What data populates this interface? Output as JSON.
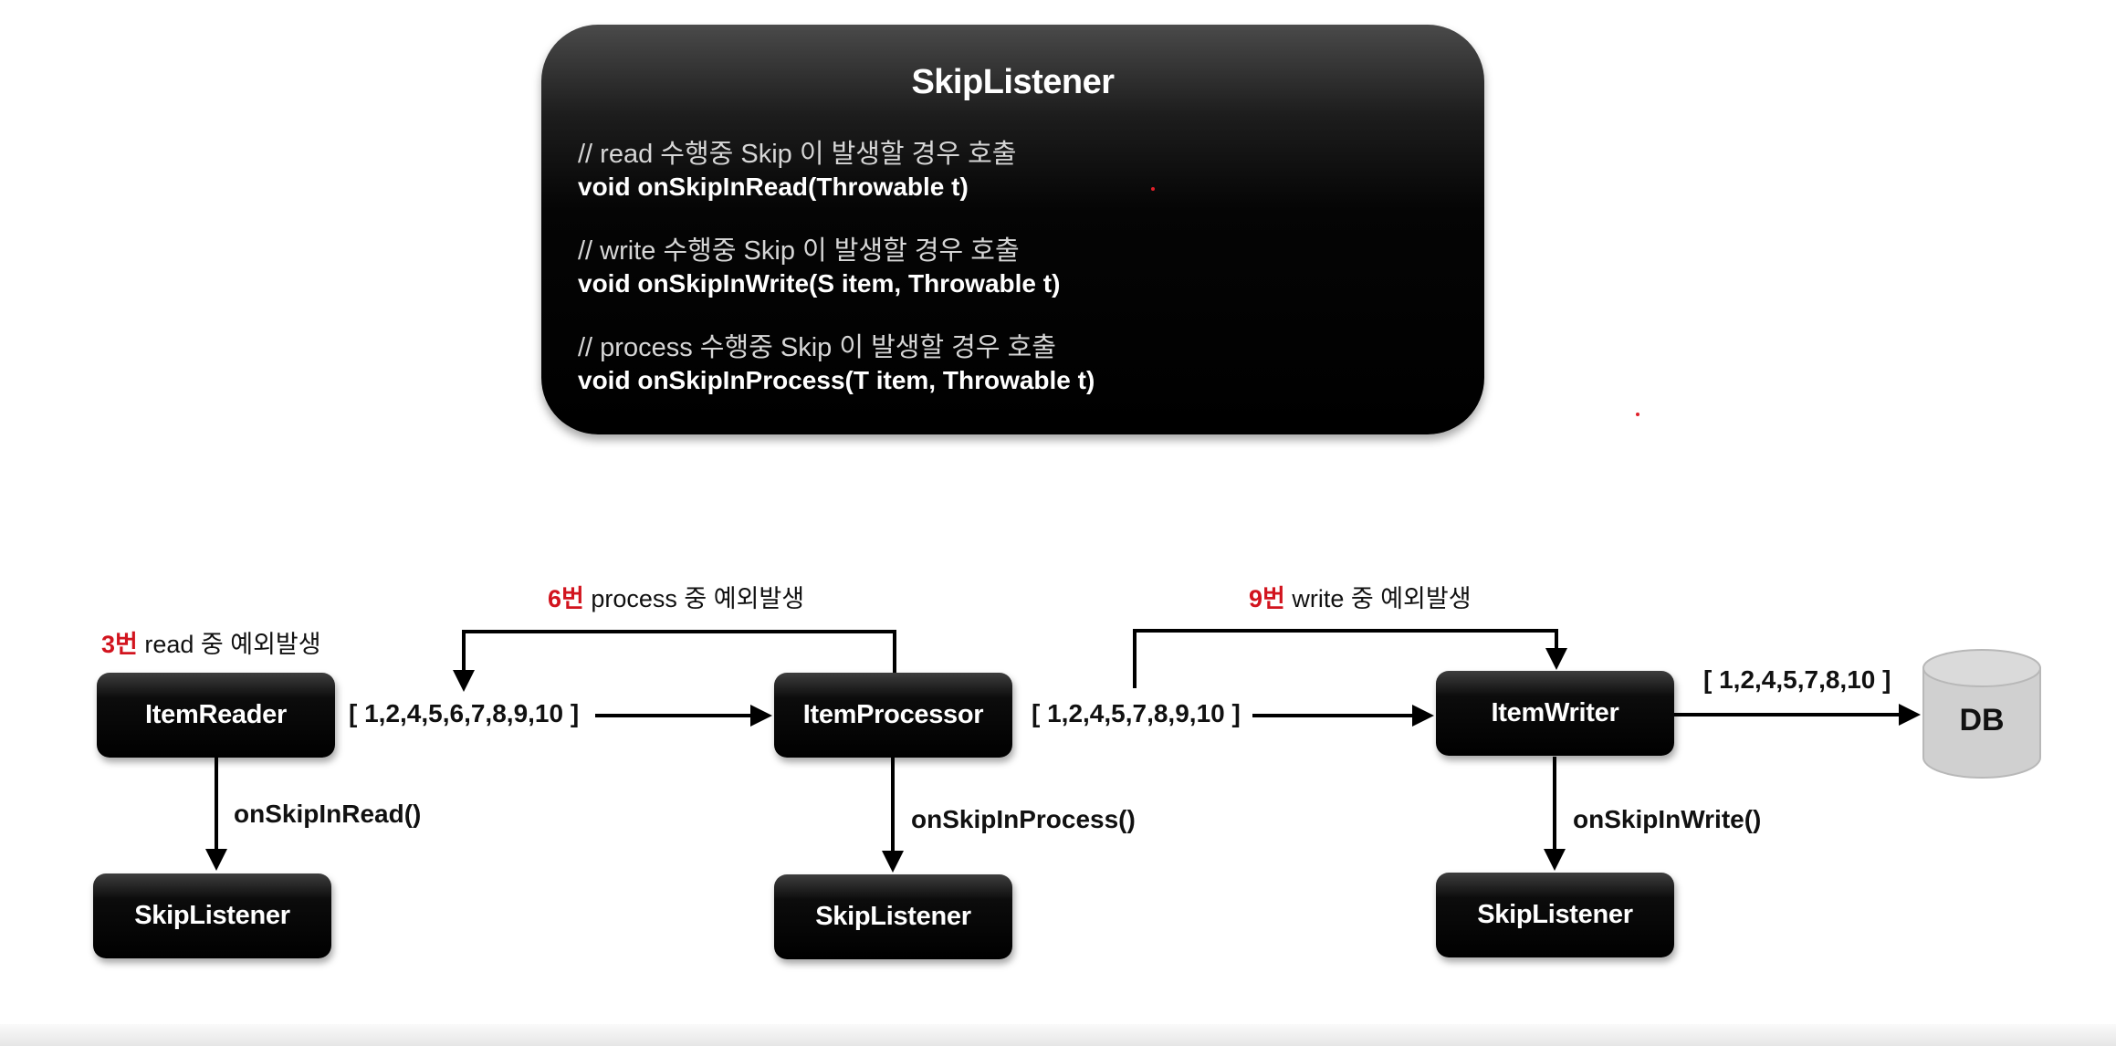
{
  "panel": {
    "title": "SkipListener",
    "methods": [
      {
        "comment": "// read 수행중 Skip 이 발생할 경우 호출",
        "signature": "void onSkipInRead(Throwable t)"
      },
      {
        "comment": "// write 수행중 Skip 이 발생할 경우 호출",
        "signature": "void onSkipInWrite(S item, Throwable t)"
      },
      {
        "comment": "// process 수행중 Skip 이 발생할 경우 호출",
        "signature": "void onSkipInProcess(T item, Throwable t)"
      }
    ]
  },
  "flow": {
    "reader": {
      "box": "ItemReader",
      "error_num": "3번",
      "error_text": " read 중 예외발생",
      "output_items": "[ 1,2,4,5,6,7,8,9,10 ]",
      "callback": "onSkipInRead()",
      "listener": "SkipListener"
    },
    "processor": {
      "box": "ItemProcessor",
      "error_num": "6번",
      "error_text": " process 중 예외발생",
      "output_items": "[ 1,2,4,5,7,8,9,10 ]",
      "callback": "onSkipInProcess()",
      "listener": "SkipListener"
    },
    "writer": {
      "box": "ItemWriter",
      "error_num": "9번",
      "error_text": " write 중 예외발생",
      "output_items": "[ 1,2,4,5,7,8,10 ]",
      "callback": "onSkipInWrite()",
      "listener": "SkipListener"
    },
    "db": "DB"
  },
  "colors": {
    "accent_red": "#d2141e",
    "box_black": "#000000",
    "db_gray": "#d0d0d0"
  }
}
